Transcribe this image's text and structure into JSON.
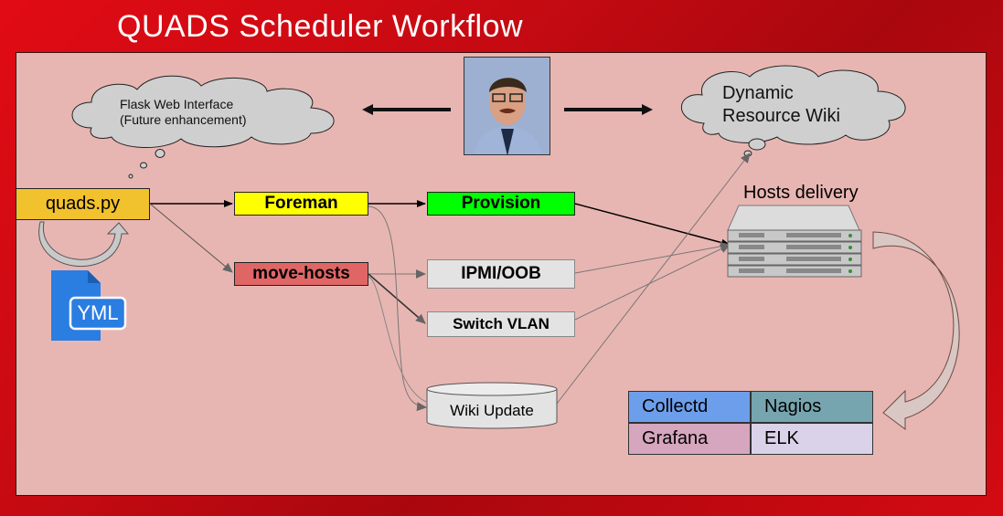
{
  "title": "QUADS Scheduler Workflow",
  "clouds": {
    "flask_line1": "Flask Web Interface",
    "flask_line2": "(Future enhancement)",
    "wiki_line1": "Dynamic",
    "wiki_line2": "Resource Wiki"
  },
  "nodes": {
    "quads": "quads.py",
    "foreman": "Foreman",
    "provision": "Provision",
    "move_hosts": "move-hosts",
    "ipmi": "IPMI/OOB",
    "switch_vlan": "Switch VLAN",
    "wiki_update": "Wiki Update",
    "yml": "YML"
  },
  "hosts_delivery": "Hosts delivery",
  "monitoring": {
    "collectd": "Collectd",
    "nagios": "Nagios",
    "grafana": "Grafana",
    "elk": "ELK"
  },
  "colors": {
    "quads": "#f2c12e",
    "foreman": "#ffff00",
    "provision": "#00ff00",
    "move_hosts": "#e06666",
    "grey_box": "#e3e3e3",
    "collectd": "#6d9eeb",
    "nagios": "#76a5af",
    "grafana": "#d5a6bd",
    "elk": "#d9d2e9",
    "yml_icon": "#2a7de1"
  },
  "icons": [
    "cloud-icon",
    "person-photo",
    "server-stack-icon",
    "yml-file-icon",
    "curved-arrow-icon"
  ]
}
